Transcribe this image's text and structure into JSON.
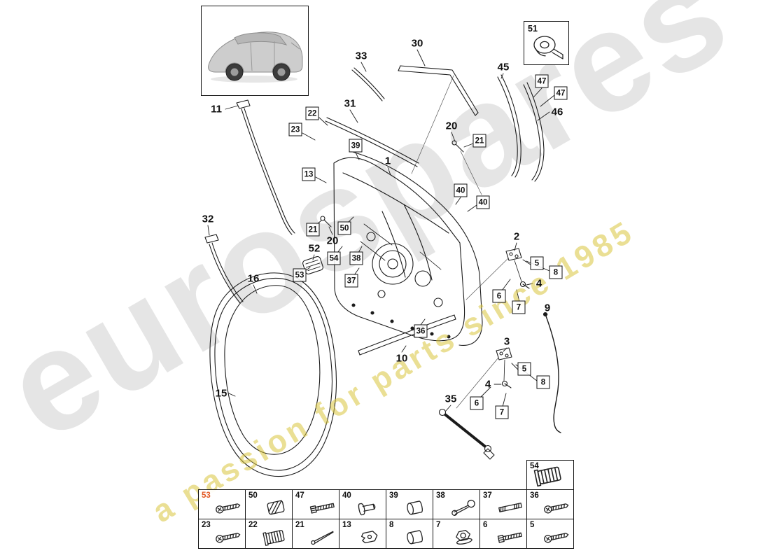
{
  "watermark": {
    "brand": "eurospares",
    "tagline": "a passion for parts since 1985",
    "brand_color": "rgba(0,0,0,0.10)",
    "tagline_color": "rgba(216,196,60,0.55)"
  },
  "inset_car": {
    "name": "porsche-panamera-side-view"
  },
  "tape_box": {
    "label": "51"
  },
  "plain_callouts": [
    {
      "label": "11"
    },
    {
      "label": "30"
    },
    {
      "label": "33"
    },
    {
      "label": "31"
    },
    {
      "label": "20"
    },
    {
      "label": "45"
    },
    {
      "label": "46"
    },
    {
      "label": "1"
    },
    {
      "label": "32"
    },
    {
      "label": "2"
    },
    {
      "label": "4"
    },
    {
      "label": "16"
    },
    {
      "label": "52"
    },
    {
      "label": "20"
    },
    {
      "label": "9"
    },
    {
      "label": "3"
    },
    {
      "label": "10"
    },
    {
      "label": "15"
    },
    {
      "label": "35"
    },
    {
      "label": "4"
    }
  ],
  "boxed_callouts": [
    {
      "label": "22"
    },
    {
      "label": "23"
    },
    {
      "label": "39"
    },
    {
      "label": "13"
    },
    {
      "label": "21"
    },
    {
      "label": "40"
    },
    {
      "label": "40"
    },
    {
      "label": "47"
    },
    {
      "label": "47"
    },
    {
      "label": "21"
    },
    {
      "label": "50"
    },
    {
      "label": "54"
    },
    {
      "label": "38"
    },
    {
      "label": "37"
    },
    {
      "label": "53"
    },
    {
      "label": "5"
    },
    {
      "label": "8"
    },
    {
      "label": "6"
    },
    {
      "label": "7"
    },
    {
      "label": "36"
    },
    {
      "label": "5"
    },
    {
      "label": "8"
    },
    {
      "label": "6"
    },
    {
      "label": "7"
    }
  ],
  "parts_table": {
    "highlight_color": "#e25822",
    "corner_cell": {
      "num": "54",
      "icon": "threaded-bushing"
    },
    "row1": [
      {
        "num": "53",
        "icon": "pan-head-screw",
        "highlight": true
      },
      {
        "num": "50",
        "icon": "rubber-pad"
      },
      {
        "num": "47",
        "icon": "long-screw"
      },
      {
        "num": "40",
        "icon": "rivet"
      },
      {
        "num": "39",
        "icon": "plug-cap"
      },
      {
        "num": "38",
        "icon": "ball-stud"
      },
      {
        "num": "37",
        "icon": "stud-bolt"
      },
      {
        "num": "36",
        "icon": "pan-head-screw"
      }
    ],
    "row2": [
      {
        "num": "23",
        "icon": "pan-head-screw"
      },
      {
        "num": "22",
        "icon": "threaded-bushing"
      },
      {
        "num": "21",
        "icon": "long-pin"
      },
      {
        "num": "13",
        "icon": "clip"
      },
      {
        "num": "8",
        "icon": "plug-cap"
      },
      {
        "num": "7",
        "icon": "flange-nut"
      },
      {
        "num": "6",
        "icon": "hex-bolt"
      },
      {
        "num": "5",
        "icon": "pan-head-screw"
      }
    ]
  }
}
